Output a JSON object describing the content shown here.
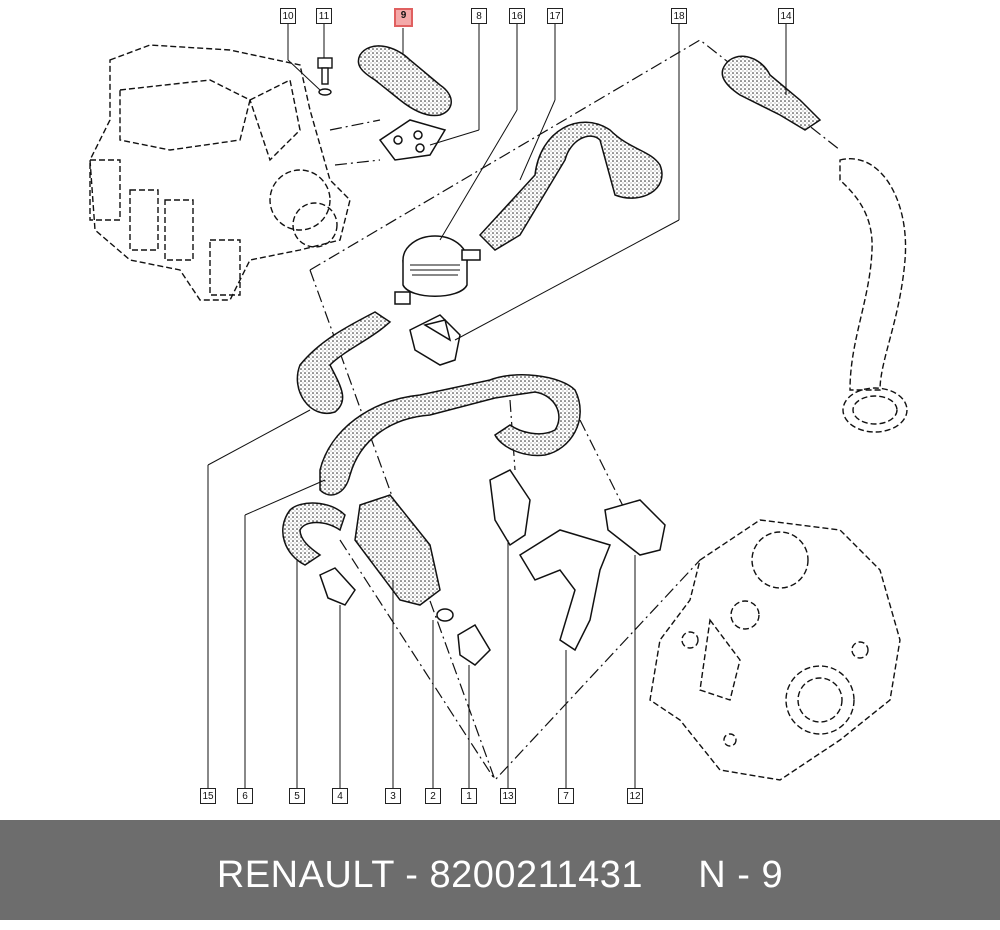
{
  "callouts": {
    "c1": "1",
    "c2": "2",
    "c3": "3",
    "c4": "4",
    "c5": "5",
    "c6": "6",
    "c7": "7",
    "c8": "8",
    "c9": "9",
    "c10": "10",
    "c11": "11",
    "c12": "12",
    "c13": "13",
    "c14": "14",
    "c15": "15",
    "c16": "16",
    "c17": "17",
    "c18": "18"
  },
  "highlighted_callout": "9",
  "footer": {
    "text": "RENAULT - 8200211431     N - 9"
  },
  "colors": {
    "footer_bg": "#6d6d6d",
    "highlight_fill": "#f4a9a9",
    "highlight_border": "#e06060",
    "line": "#111111"
  }
}
